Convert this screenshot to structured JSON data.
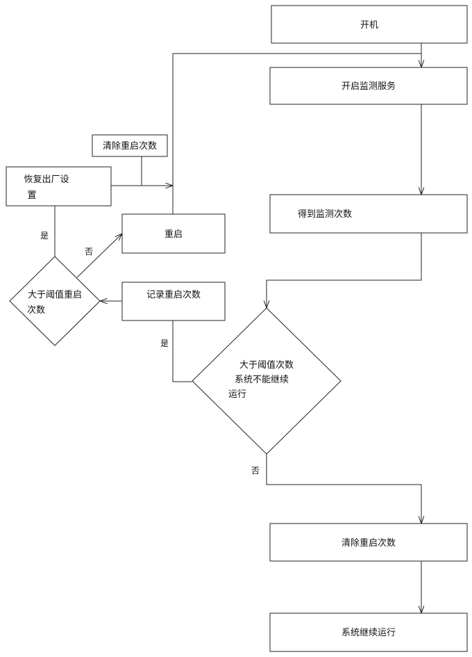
{
  "nodes": {
    "power_on": "开机",
    "start_monitor": "开启监测服务",
    "get_count": "得到监测次数",
    "decision_system": [
      "大于阈值次数",
      "系统不能继续",
      "运行"
    ],
    "clear_count_bottom": "清除重启次数",
    "system_continue": "系统继续运行",
    "record_restart": "记录重启次数",
    "decision_restart": [
      "大于阈值重启",
      "次数"
    ],
    "restart": "重启",
    "factory_reset": [
      "恢复出厂设",
      "置"
    ],
    "clear_count_top": "清除重启次数"
  },
  "edges": {
    "yes_system": "是",
    "no_system": "否",
    "yes_restart": "是",
    "no_restart": "否"
  }
}
